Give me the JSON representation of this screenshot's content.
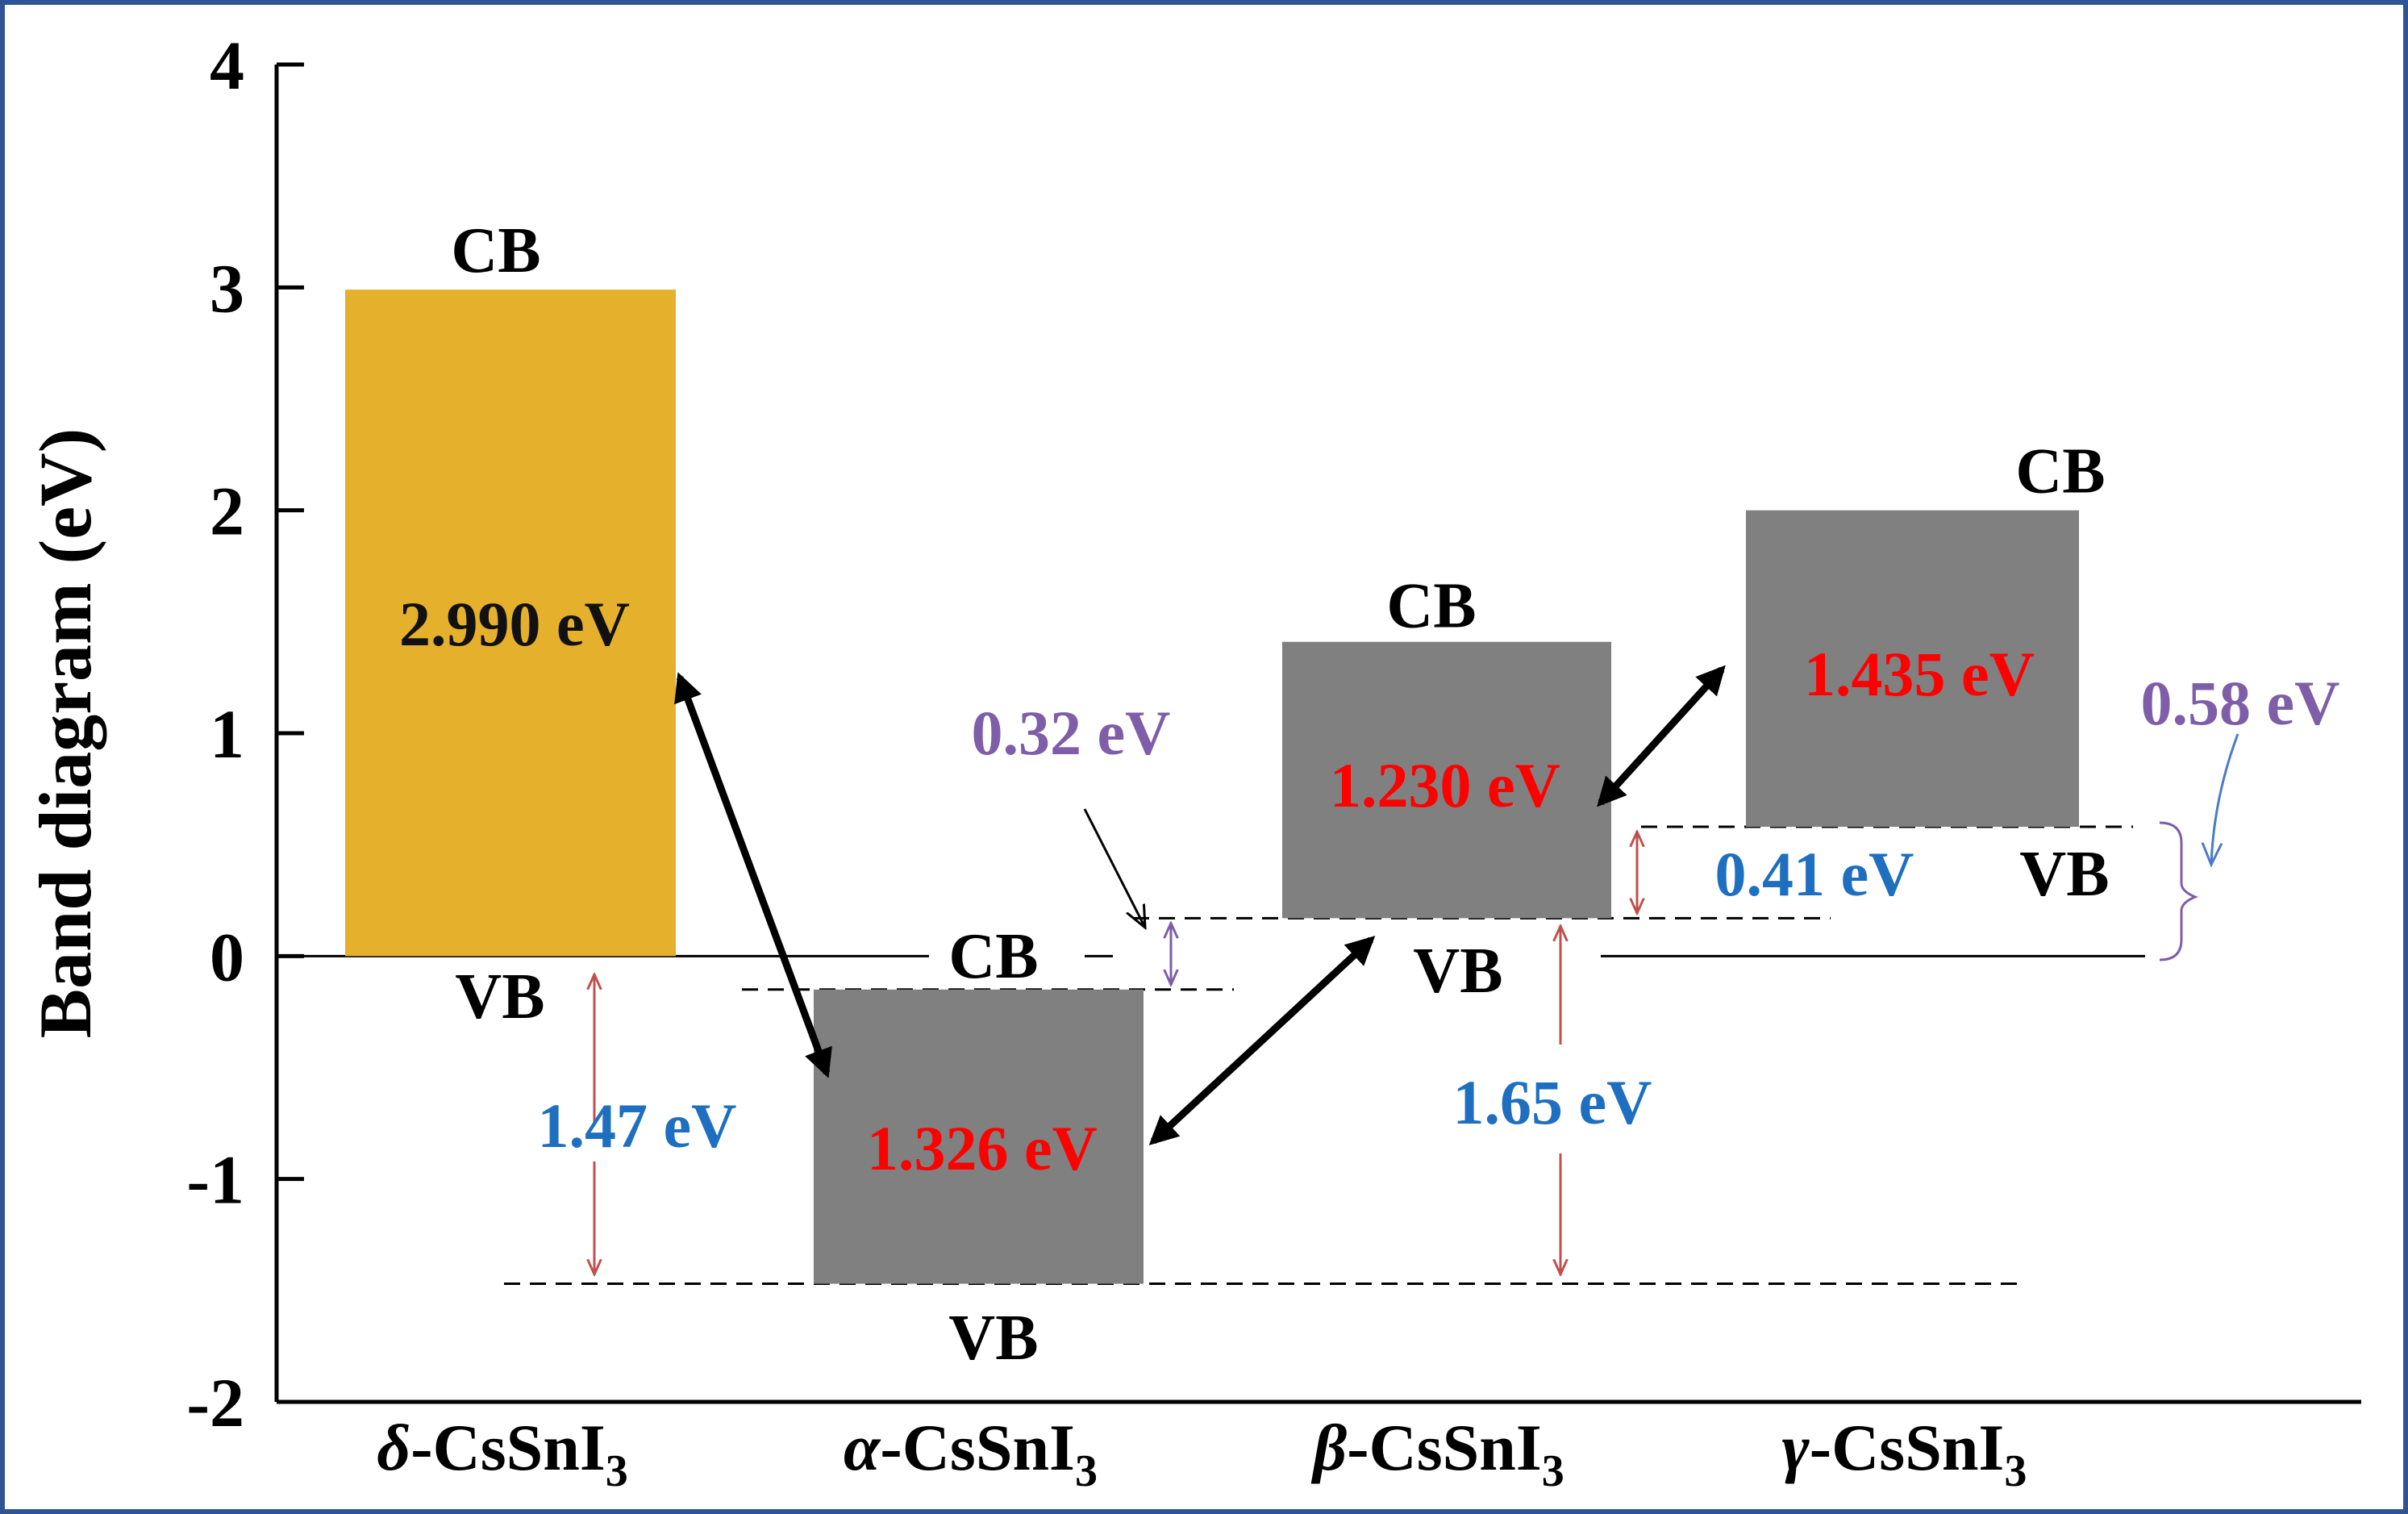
{
  "chart_data": {
    "type": "band_diagram",
    "ylabel": "Band diagram (eV)",
    "ylim": [
      -2,
      4
    ],
    "yticks": [
      4,
      3,
      2,
      1,
      0,
      -1,
      -2
    ],
    "phases": [
      {
        "greek": "δ",
        "compound": "CsSnI",
        "subscript": "3",
        "cb": 2.99,
        "vb": 0.0,
        "gap_label": "2.990 eV",
        "color": "#e5b02c",
        "gap_label_color": "#111111"
      },
      {
        "greek": "α",
        "compound": "CsSnI",
        "subscript": "3",
        "cb": -0.15,
        "vb": -1.47,
        "gap_label": "1.326 eV",
        "color": "#808080",
        "gap_label_color": "#ff0000"
      },
      {
        "greek": "β",
        "compound": "CsSnI",
        "subscript": "3",
        "cb": 1.41,
        "vb": 0.17,
        "gap_label": "1.230 eV",
        "color": "#808080",
        "gap_label_color": "#ff0000"
      },
      {
        "greek": "γ",
        "compound": "CsSnI",
        "subscript": "3",
        "cb": 2.0,
        "vb": 0.58,
        "gap_label": "1.435 eV",
        "color": "#808080",
        "gap_label_color": "#ff0000"
      }
    ],
    "band_labels": {
      "cb": "CB",
      "vb": "VB"
    },
    "offsets": [
      {
        "label": "1.47 eV",
        "color": "#1f6fc0"
      },
      {
        "label": "1.65 eV",
        "color": "#1f6fc0"
      },
      {
        "label": "0.41 eV",
        "color": "#1f6fc0"
      },
      {
        "label": "0.32 eV",
        "color": "#7e5ea8"
      },
      {
        "label": "0.58 eV",
        "color": "#7e5ea8"
      }
    ]
  },
  "colors": {
    "frame": "#2f5496",
    "offset_arrow": "#c0504d",
    "offset_text": "#1f6fc0",
    "purple": "#7e5ea8",
    "blue_arrow": "#4a7cc7",
    "axis": "#000000"
  }
}
